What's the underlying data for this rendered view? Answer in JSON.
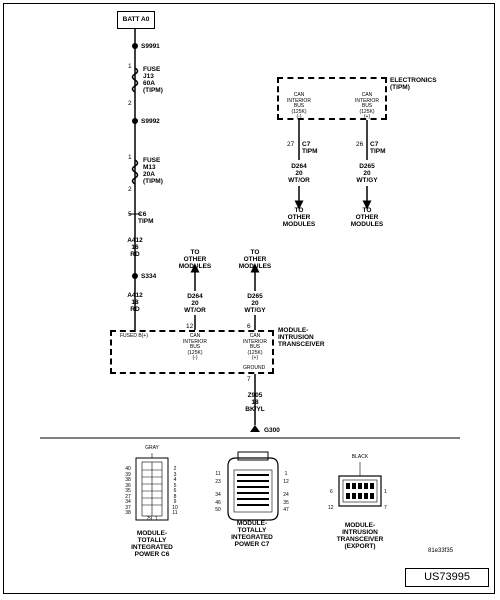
{
  "batt": "BATT A0",
  "splice_top": "S9991",
  "fuse_j13": "FUSE\nJ13\n60A\n(TIPM)",
  "pin_1a": "1",
  "pin_2a": "2",
  "splice_mid": "S9992",
  "fuse_m13": "FUSE\nM13\n20A\n(TIPM)",
  "pin_1b": "1",
  "pin_2b": "2",
  "c6_pin": "5",
  "c6_label": "C6\nTIPM",
  "wire_a412_top": "A412\n16\nRD",
  "splice_s334": "S334",
  "wire_a412_bot": "A412\n18\nRD",
  "to_other_1": "TO\nOTHER\nMODULES",
  "to_other_2": "TO\nOTHER\nMODULES",
  "wire_d264_mid": "D264\n20\nWT/OR",
  "wire_d265_mid": "D265\n20\nWT/GY",
  "mit_pin_12": "12",
  "mit_pin_6": "6",
  "mit_pin_7": "7",
  "mit_fused": "FUSED B(+)",
  "mit_can_l": "CAN\nINTERIOR\nBUS\n(125K)\n(-)",
  "mit_can_r": "CAN\nINTERIOR\nBUS\n(125K)\n(+)",
  "mit_ground": "GROUND",
  "mit_title": "MODULE-\nINTRUSION\nTRANSCEIVER",
  "wire_z905": "Z905\n18\nBK/YL",
  "ground_g300": "G300",
  "elec_title": "ELECTRONICS\n(TIPM)",
  "elec_can_l": "CAN\nINTERIOR\nBUS\n(125K)\n(-)",
  "elec_can_r": "CAN\nINTERIOR\nBUS\n(125K)\n(+)",
  "c7_pin_27": "27",
  "c7_pin_26": "26",
  "c7_label_l": "C7\nTIPM",
  "c7_label_r": "C7\nTIPM",
  "wire_d264_right": "D264\n20\nWT/OR",
  "wire_d265_right": "D265\n20\nWT/GY",
  "to_other_3": "TO\nOTHER\nMODULES",
  "to_other_4": "TO\nOTHER\nMODULES",
  "conn1_color": "GRAY",
  "conn1_title": "MODULE-\nTOTALLY\nINTEGRATED\nPOWER C6",
  "conn1_left_pins": [
    "40",
    "39",
    "38",
    "36",
    "35",
    "27",
    "34",
    "37",
    "38"
  ],
  "conn1_right_pins": [
    "2",
    "3",
    "4",
    "5",
    "6",
    "8",
    "9",
    "10",
    "11"
  ],
  "conn1_bottom_pins": "29  1",
  "conn2_title": "MODULE-\nTOTALLY\nINTEGRATED\nPOWER C7",
  "conn2_left_pins": [
    "11",
    "23",
    "34",
    "46",
    "50"
  ],
  "conn2_right_pins": [
    "1",
    "12",
    "24",
    "35",
    "47"
  ],
  "conn3_color": "BLACK",
  "conn3_title": "MODULE-\nINTRUSION\nTRANSCEIVER\n(EXPORT)",
  "conn3_left_pins": [
    "6",
    "12"
  ],
  "conn3_right_pins": [
    "1",
    "7"
  ],
  "figure_code": "81e33f35",
  "ref_id": "US73995"
}
